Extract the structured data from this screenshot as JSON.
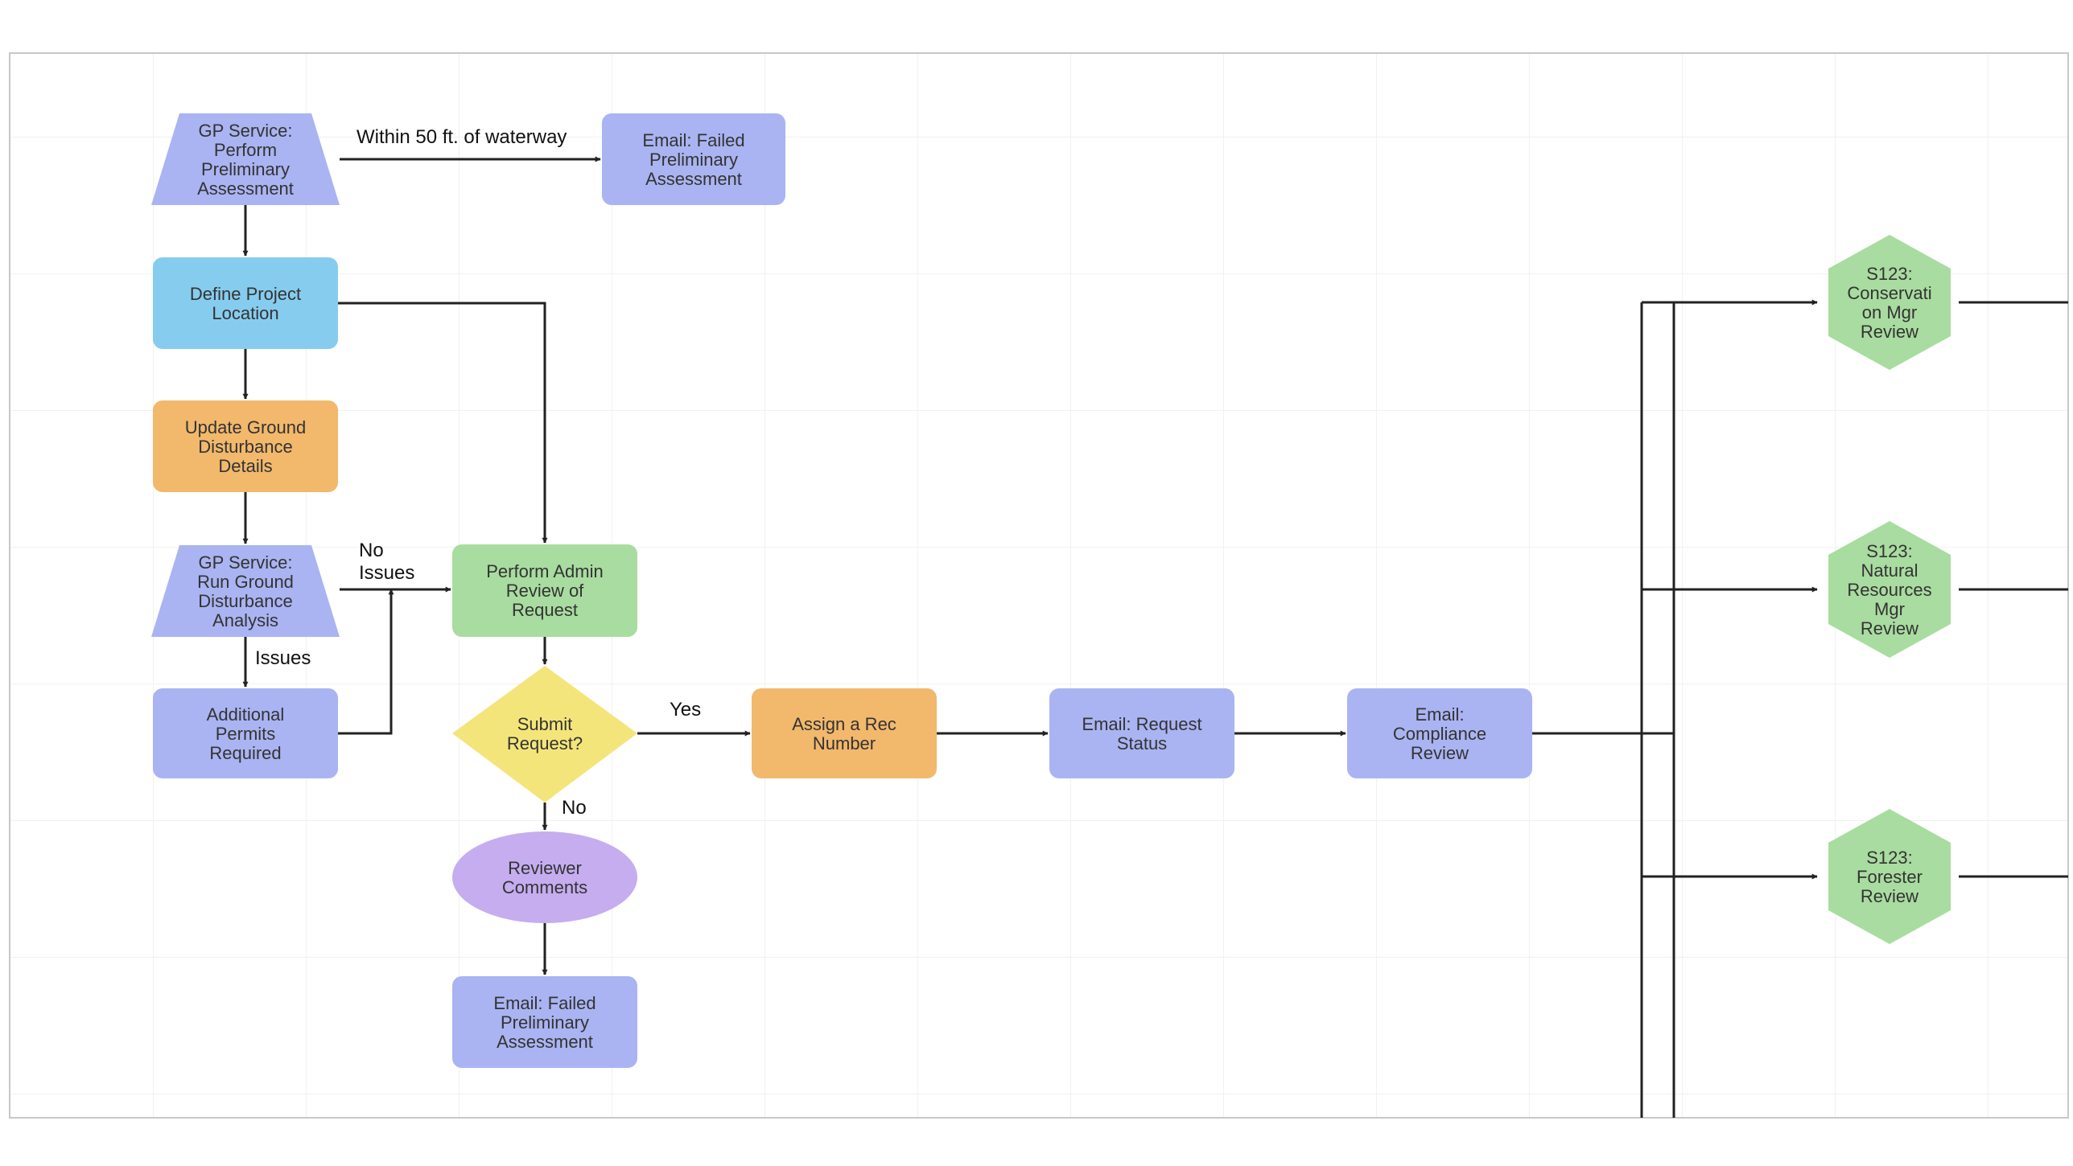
{
  "colors": {
    "periwinkle": "#aab4f2",
    "blue": "#86ccef",
    "orange": "#f2b86c",
    "green": "#a9dca0",
    "yellow": "#f4e57a",
    "purple": "#c5adf0",
    "line": "#222222"
  },
  "nodes": {
    "gp_prelim": {
      "shape": "trapezoid",
      "lines": [
        "GP Service:",
        "Perform",
        "Preliminary",
        "Assessment"
      ]
    },
    "email_failed_top": {
      "shape": "rounded-rect",
      "lines": [
        "Email: Failed",
        "Preliminary",
        "Assessment"
      ]
    },
    "define_location": {
      "shape": "rounded-rect",
      "lines": [
        "Define Project",
        "Location"
      ]
    },
    "update_ground": {
      "shape": "rounded-rect",
      "lines": [
        "Update Ground",
        "Disturbance",
        "Details"
      ]
    },
    "gp_ground": {
      "shape": "trapezoid",
      "lines": [
        "GP Service:",
        "Run Ground",
        "Disturbance",
        "Analysis"
      ]
    },
    "additional_permits": {
      "shape": "rounded-rect",
      "lines": [
        "Additional",
        "Permits",
        "Required"
      ]
    },
    "admin_review": {
      "shape": "rounded-rect",
      "lines": [
        "Perform Admin",
        "Review of",
        "Request"
      ]
    },
    "submit_request": {
      "shape": "diamond",
      "lines": [
        "Submit",
        "Request?"
      ]
    },
    "reviewer_comments": {
      "shape": "ellipse",
      "lines": [
        "Reviewer",
        "Comments"
      ]
    },
    "email_failed_bottom": {
      "shape": "rounded-rect",
      "lines": [
        "Email: Failed",
        "Preliminary",
        "Assessment"
      ]
    },
    "assign_rec": {
      "shape": "rounded-rect",
      "lines": [
        "Assign a Rec",
        "Number"
      ]
    },
    "email_status": {
      "shape": "rounded-rect",
      "lines": [
        "Email: Request",
        "Status"
      ]
    },
    "email_compliance": {
      "shape": "rounded-rect",
      "lines": [
        "Email:",
        "Compliance",
        "Review"
      ]
    },
    "s123_conservation": {
      "shape": "hexagon",
      "lines": [
        "S123:",
        "Conservati",
        "on Mgr",
        "Review"
      ]
    },
    "s123_natural": {
      "shape": "hexagon",
      "lines": [
        "S123:",
        "Natural",
        "Resources",
        "Mgr",
        "Review"
      ]
    },
    "s123_forester": {
      "shape": "hexagon",
      "lines": [
        "S123:",
        "Forester",
        "Review"
      ]
    }
  },
  "edge_labels": {
    "waterway": [
      "Within 50 ft. of waterway"
    ],
    "no_issues": [
      "No",
      "Issues"
    ],
    "issues": [
      "Issues"
    ],
    "yes": [
      "Yes"
    ],
    "no": [
      "No"
    ]
  }
}
